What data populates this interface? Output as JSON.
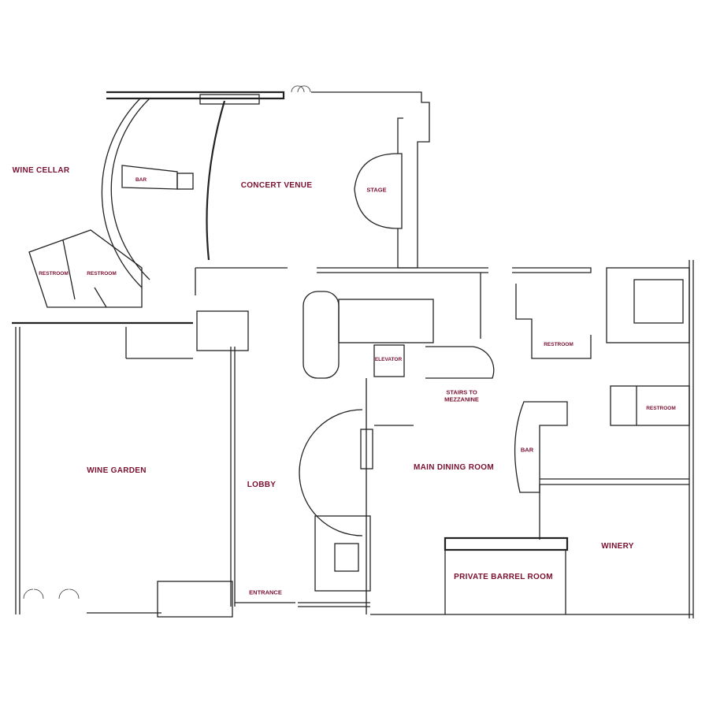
{
  "title": "Venue Floor Plan",
  "colors": {
    "label": "#7a1030",
    "wall": "#222222"
  },
  "rooms": {
    "wine_cellar": "WINE CELLAR",
    "bar_cellar": "BAR",
    "concert_venue": "CONCERT VENUE",
    "stage": "STAGE",
    "restroom_left_1": "RESTROOM",
    "restroom_left_2": "RESTROOM",
    "restroom_right_1": "RESTROOM",
    "restroom_right_2": "RESTROOM",
    "elevator": "ELEVATOR",
    "stairs_line1": "STAIRS TO",
    "stairs_line2": "MEZZANINE",
    "wine_garden": "WINE GARDEN",
    "lobby": "LOBBY",
    "entrance": "ENTRANCE",
    "main_dining_room": "MAIN DINING ROOM",
    "bar_dining": "BAR",
    "winery": "WINERY",
    "private_barrel_room": "PRIVATE BARREL ROOM"
  }
}
